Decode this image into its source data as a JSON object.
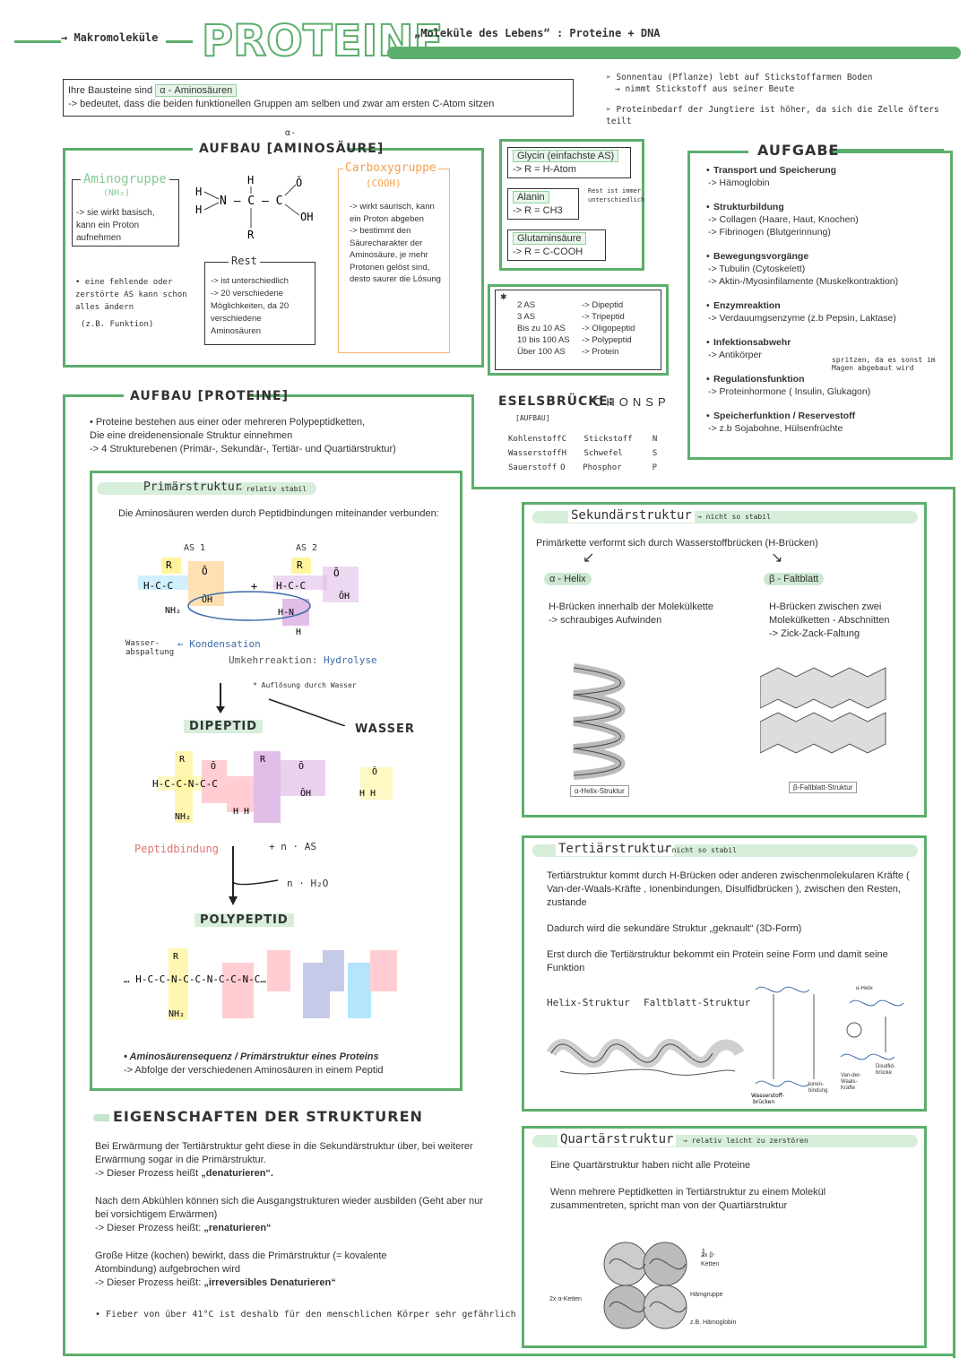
{
  "header": {
    "macro": "→ Makromoleküle",
    "title": "PROTEINE",
    "subtitle": "„Moleküle des Lebens“ : Proteine + DNA"
  },
  "intro": {
    "line1_prefix": "Ihre Bausteine sind",
    "line1_hl": "α - Aminosäuren",
    "line2": "-> bedeutet, dass die beiden funktionellen Gruppen am selben und zwar am ersten C-Atom sitzen"
  },
  "side_notes": {
    "n1": "➢ Sonnentau (Pflanze) lebt auf Stickstoffarmen Boden",
    "n1b": "→ nimmt Stickstoff aus seiner Beute",
    "n2": "➢ Proteinbedarf der Jungtiere ist höher, da sich die Zelle öfters teilt"
  },
  "aufbau_as": {
    "alpha": "α-",
    "title": "AUFBAU [AMINOSÄURE]",
    "amino_title": "Aminogruppe",
    "amino_formula": "(NH₂)",
    "amino_text": "-> sie wirkt basisch,\nkann ein Proton\naufnehmen",
    "note": "• eine fehlende oder zerstörte AS kann schon alles ändern",
    "note2": "(z.B. Funktion)",
    "rest_title": "Rest",
    "rest_text": "-> ist unterschiedlich\n-> 20 verschiedene Möglichkeiten, da 20 verschiedene Aminosäuren",
    "carboxy_title": "Carboxygruppe",
    "carboxy_formula": "(COOH)",
    "carboxy_text": "-> wirkt saurisch, kann ein Proton abgeben\n-> bestimmt den Säurecharakter der Aminosäure, je mehr Protonen gelöst sind, desto saurer die Lösung"
  },
  "examples": {
    "glycin": "Glycin (einfachste AS)",
    "glycin_r": "-> R = H-Atom",
    "alanin": "Alanin",
    "alanin_r": "-> R = CH3",
    "glut": "Glutaminsäure",
    "glut_r": "-> R = C-COOH",
    "rest_note": "Rest ist immer unterschiedlich"
  },
  "peptide_sizes": {
    "rows": [
      [
        "2 AS",
        "-> Dipeptid"
      ],
      [
        "3 AS",
        "-> Tripeptid"
      ],
      [
        "Bis zu 10 AS",
        "-> Oligopeptid"
      ],
      [
        "10 bis 100 AS",
        "-> Polypeptid"
      ],
      [
        "Über 100 AS",
        "-> Protein"
      ]
    ]
  },
  "mnemonic": {
    "title": "ESELSBRÜCKE:",
    "word": "CHONSP",
    "sub": "[AUFBAU]",
    "rows": [
      [
        "Kohlenstoff",
        "C",
        "Stickstoff",
        "N"
      ],
      [
        "Wasserstoff",
        "H",
        "Schwefel",
        "S"
      ],
      [
        "Sauerstoff",
        "O",
        "Phosphor",
        "P"
      ]
    ]
  },
  "aufgabe": {
    "title": "AUFGABE",
    "items": [
      {
        "h": "Transport und Speicherung",
        "d": "-> Hämoglobin"
      },
      {
        "h": "Strukturbildung",
        "d": "-> Collagen (Haare, Haut, Knochen)\n-> Fibrinogen (Blutgerinnung)"
      },
      {
        "h": "Bewegungsvorgänge",
        "d": "-> Tubulin (Cytoskelett)\n-> Aktin-/Myosinfilamente (Muskelkontraktion)"
      },
      {
        "h": "Enzymreaktion",
        "d": "-> Verdauumgsenzyme (z.b Pepsin, Laktase)"
      },
      {
        "h": "Infektionsabwehr",
        "d": "-> Antikörper"
      },
      {
        "h": "Regulationsfunktion",
        "d": "-> Proteinhormone ( Insulin, Glukagon)"
      },
      {
        "h": "Speicherfunktion / Reservestoff",
        "d": "-> z.b Sojabohne, Hülsenfrüchte"
      }
    ],
    "note": "spritzen, da es sonst im Magen abgebaut wird"
  },
  "aufbau_prot": {
    "title": "AUFBAU [PROTEINE]",
    "text": "• Proteine bestehen aus einer oder mehreren Polypeptidketten,\nDie eine dreidenensionale Struktur einnehmen\n-> 4 Strukturebenen (Primär-, Sekundär-, Tertiär- und Quartiärstruktur)"
  },
  "primaer": {
    "title": "Primärstruktur",
    "tag": "→ relativ stabil",
    "text": "Die Aminosäuren werden durch Peptidbindungen miteinander verbunden:",
    "as1": "AS 1",
    "as2": "AS 2",
    "wasser": "Wasser-abspaltung",
    "kondensation": "← Kondensation",
    "umkehr": "Umkehrreaktion:",
    "hydrolyse": "Hydrolyse",
    "aufloesung": "* Auflösung durch Wasser",
    "dipeptid": "DIPEPTID",
    "wasser2": "WASSER",
    "peptidbindung": "Peptidbindung",
    "n_as": "+ n · AS",
    "n_h2o": "n · H₂O",
    "polypeptid": "POLYPEPTID",
    "seq_b": "• Aminosäurensequenz / Primärstruktur eines Proteins",
    "seq_d": "-> Abfolge der verschiedenen Aminosäuren in einem Peptid"
  },
  "sekundaer": {
    "title": "Sekundärstruktur",
    "tag": "→ nicht so stabil",
    "text": "Primärkette verformt sich durch Wasserstoffbrücken (H-Brücken)",
    "alpha": "α - Helix",
    "alpha_text": "H-Brücken innerhalb der Molekülkette\n-> schraubiges Aufwinden",
    "beta": "β - Faltblatt",
    "beta_text": "H-Brücken zwischen zwei Molekülketten - Abschnitten\n-> Zick-Zack-Faltung",
    "cap_alpha": "α-Helix-Struktur",
    "cap_beta": "β-Faltblatt-Struktur"
  },
  "tertiaer": {
    "title": "Tertiärstruktur",
    "tag": "→ nicht so stabil",
    "p1": "Tertiärstruktur kommt durch H-Brücken oder anderen zwischenmolekularen Kräfte ( Van-der-Waals-Kräfte , Ionenbindungen, Disulfidbrücken ), zwischen den Resten, zustande",
    "p2": "Dadurch wird die sekundäre Struktur „geknault“ (3D-Form)",
    "p3": "Erst durch die Tertiärstruktur bekommt ein Protein seine Form und damit seine Funktion",
    "helix": "Helix-Struktur",
    "faltblatt": "Faltblatt-Struktur",
    "lbl_ah": "α-Helix",
    "lbl_ws": "Wasserstoff-brücken",
    "lbl_ion": "Ionen-bindung",
    "lbl_vdw": "Van-der-Waals-Kräfte",
    "lbl_ds": "Disulfid-brücke"
  },
  "quartaer": {
    "title": "Quartärstruktur",
    "tag": "→ relativ leicht zu zerstören",
    "p1": "Eine Quartärstruktur haben nicht alle Proteine",
    "p2": "Wenn mehrere Peptidketten in Tertiärstruktur zu einem Molekül zusammentreten, spricht man von der Quartiärstruktur",
    "lbl_beta": "2x β-Ketten",
    "lbl_alpha": "2x α-Ketten",
    "lbl_haem": "Hämgruppe",
    "lbl_ex": "z.B. Hämoglobin"
  },
  "eigenschaften": {
    "title": "EIGENSCHAFTEN DER STRUKTUREN",
    "p1": "Bei Erwärmung der Tertiärstruktur geht diese in die Sekundärstruktur über, bei weiterer Erwärmung sogar in die Primärstruktur.",
    "p1b_pre": "-> Dieser Prozess heißt ",
    "p1b": "„denaturieren“.",
    "p2": "Nach dem Abkühlen können sich die Ausgangstrukturen wieder ausbilden (Geht aber nur bei vorsichtigem Erwärmen)",
    "p2b_pre": "-> Dieser Prozess heißt: ",
    "p2b": "„renaturieren“",
    "p3": "Große Hitze (kochen) bewirkt, dass die Primärstruktur (= kovalente Atombindung) aufgebrochen wird",
    "p3b_pre": "-> Dieser Prozess heißt: ",
    "p3b": "„irreversibles Denaturieren“",
    "note": "• Fieber von über 41°C ist deshalb für den menschlichen Körper sehr gefährlich"
  }
}
